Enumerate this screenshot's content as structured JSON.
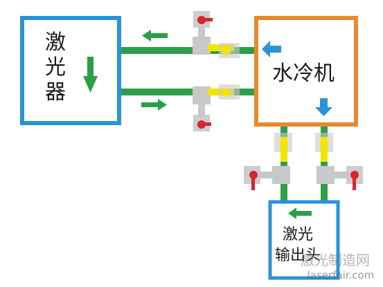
{
  "laser": {
    "label": "激光器"
  },
  "chiller": {
    "label": "水冷机"
  },
  "laser_head": {
    "label_line1": "激光",
    "label_line2": "输出头"
  },
  "watermark": {
    "text": "激光制造网",
    "url": "laserfair.com"
  },
  "colors": {
    "laser_border": "#2a93d5",
    "chiller_border": "#e8892b",
    "head_border": "#2a93d5",
    "pipe": "#2e9e4a",
    "green_arrow": "#2aa046",
    "blue_arrow": "#2a93d5",
    "valve_body": "#c8c8c8",
    "valve_yellow": "#f2e600",
    "valve_red": "#d9232d"
  },
  "icons": {
    "flow_arrow": "arrow-icon",
    "valve": "valve-icon"
  }
}
